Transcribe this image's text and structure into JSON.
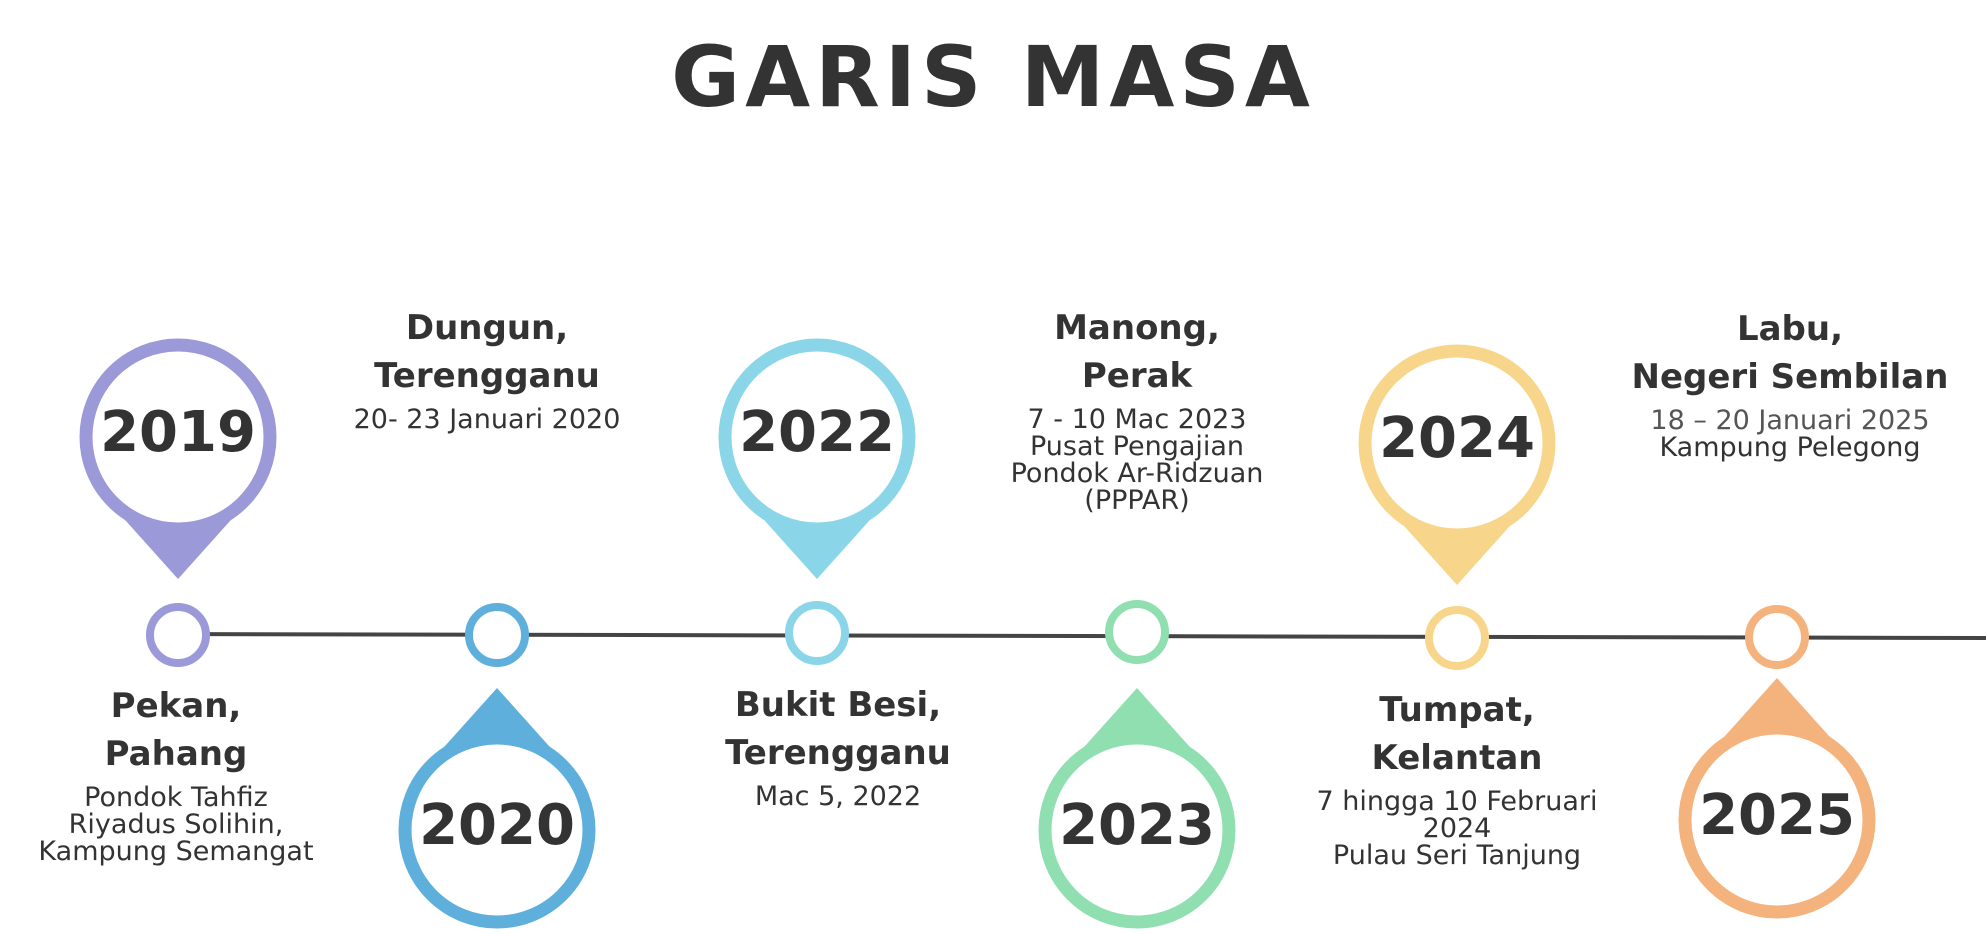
{
  "title": "GARIS MASA",
  "colors": {
    "axis": "#444444",
    "y2019": "#9b99d8",
    "y2020": "#5fafdc",
    "y2022": "#8ad6e8",
    "y2023": "#90dfb0",
    "y2024": "#f7d58a",
    "y2025": "#f4b27c"
  },
  "events": [
    {
      "year": "2019",
      "place": [
        "Pekan,",
        "Pahang"
      ],
      "details": [
        "Pondok Tahfiz",
        "Riyadus Solihin,",
        "Kampung Semangat"
      ]
    },
    {
      "year": "2020",
      "place": [
        "Dungun,",
        "Terengganu"
      ],
      "details": [
        "20- 23 Januari 2020"
      ]
    },
    {
      "year": "2022",
      "place": [
        "Bukit Besi,",
        "Terengganu"
      ],
      "details": [
        "Mac 5, 2022"
      ]
    },
    {
      "year": "2023",
      "place": [
        "Manong,",
        "Perak"
      ],
      "details": [
        "7 - 10 Mac 2023",
        "Pusat Pengajian",
        "Pondok Ar-Ridzuan",
        "(PPPAR)"
      ]
    },
    {
      "year": "2024",
      "place": [
        "Tumpat,",
        "Kelantan"
      ],
      "details": [
        "7 hingga 10 Februari",
        "2024",
        "Pulau Seri Tanjung"
      ]
    },
    {
      "year": "2025",
      "place": [
        "Labu,",
        "Negeri Sembilan"
      ],
      "details": [
        "18 – 20 Januari 2025",
        "Kampung Pelegong"
      ]
    }
  ]
}
